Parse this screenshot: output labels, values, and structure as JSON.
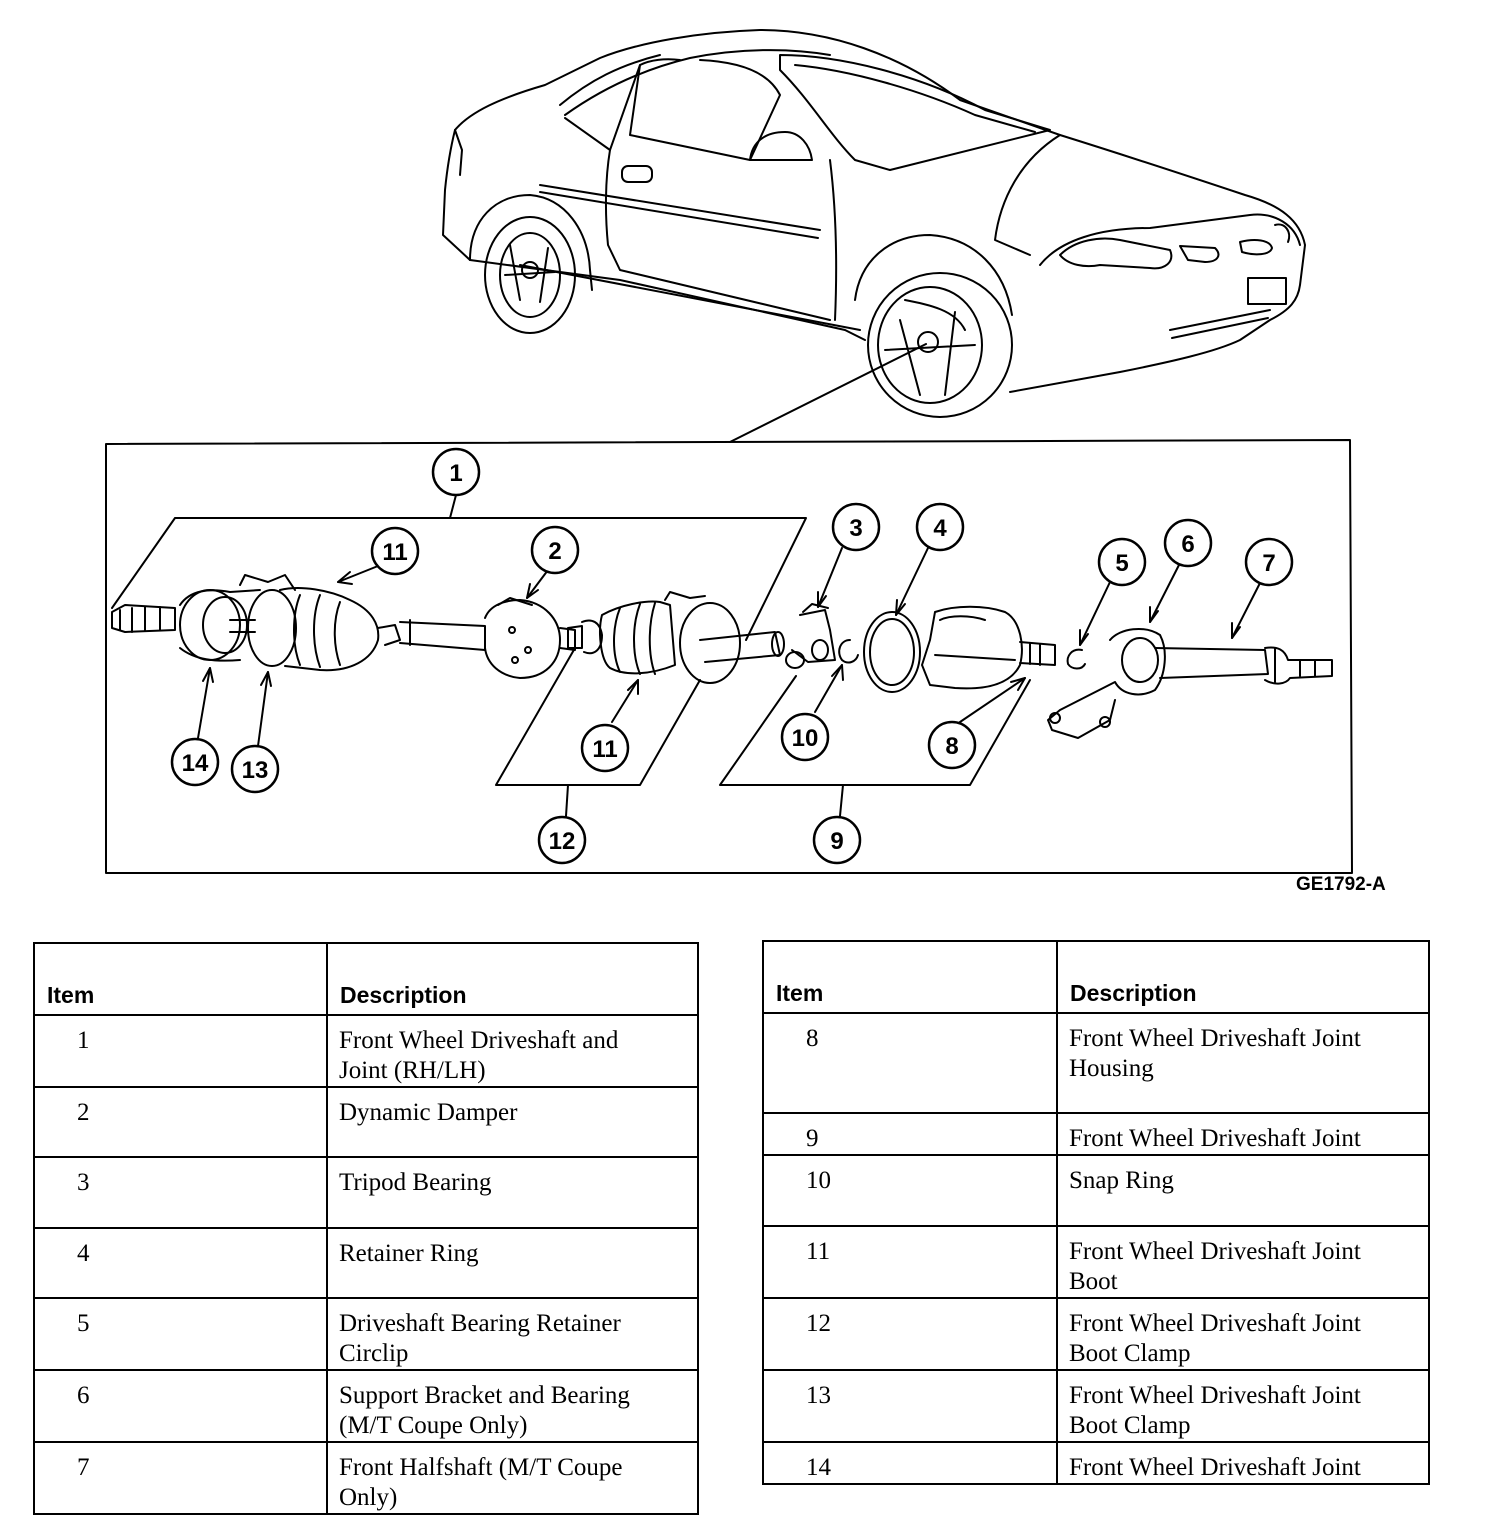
{
  "figure_code": "GE1792-A",
  "callouts": [
    "1",
    "2",
    "3",
    "4",
    "5",
    "6",
    "7",
    "8",
    "9",
    "10",
    "11",
    "11",
    "12",
    "13",
    "14"
  ],
  "tables": [
    {
      "headers": {
        "item": "Item",
        "description": "Description"
      },
      "rows": [
        {
          "item": "1",
          "description": [
            "Front Wheel Driveshaft and",
            "Joint (RH/LH)"
          ]
        },
        {
          "item": "2",
          "description": [
            "Dynamic Damper"
          ]
        },
        {
          "item": "3",
          "description": [
            "Tripod Bearing"
          ]
        },
        {
          "item": "4",
          "description": [
            "Retainer Ring"
          ]
        },
        {
          "item": "5",
          "description": [
            "Driveshaft Bearing Retainer",
            "Circlip"
          ]
        },
        {
          "item": "6",
          "description": [
            "Support Bracket and Bearing",
            "(M/T Coupe Only)"
          ]
        },
        {
          "item": "7",
          "description": [
            "Front Halfshaft (M/T Coupe",
            "Only)"
          ]
        }
      ]
    },
    {
      "headers": {
        "item": "Item",
        "description": "Description"
      },
      "rows": [
        {
          "item": "8",
          "description": [
            "Front Wheel Driveshaft Joint",
            "Housing"
          ]
        },
        {
          "item": "9",
          "description": [
            "Front Wheel Driveshaft Joint"
          ]
        },
        {
          "item": "10",
          "description": [
            "Snap Ring"
          ]
        },
        {
          "item": "11",
          "description": [
            "Front Wheel Driveshaft Joint",
            "Boot"
          ]
        },
        {
          "item": "12",
          "description": [
            "Front Wheel Driveshaft Joint",
            "Boot Clamp"
          ]
        },
        {
          "item": "13",
          "description": [
            "Front Wheel Driveshaft Joint",
            "Boot Clamp"
          ]
        },
        {
          "item": "14",
          "description": [
            "Front Wheel Driveshaft Joint"
          ]
        }
      ]
    }
  ]
}
